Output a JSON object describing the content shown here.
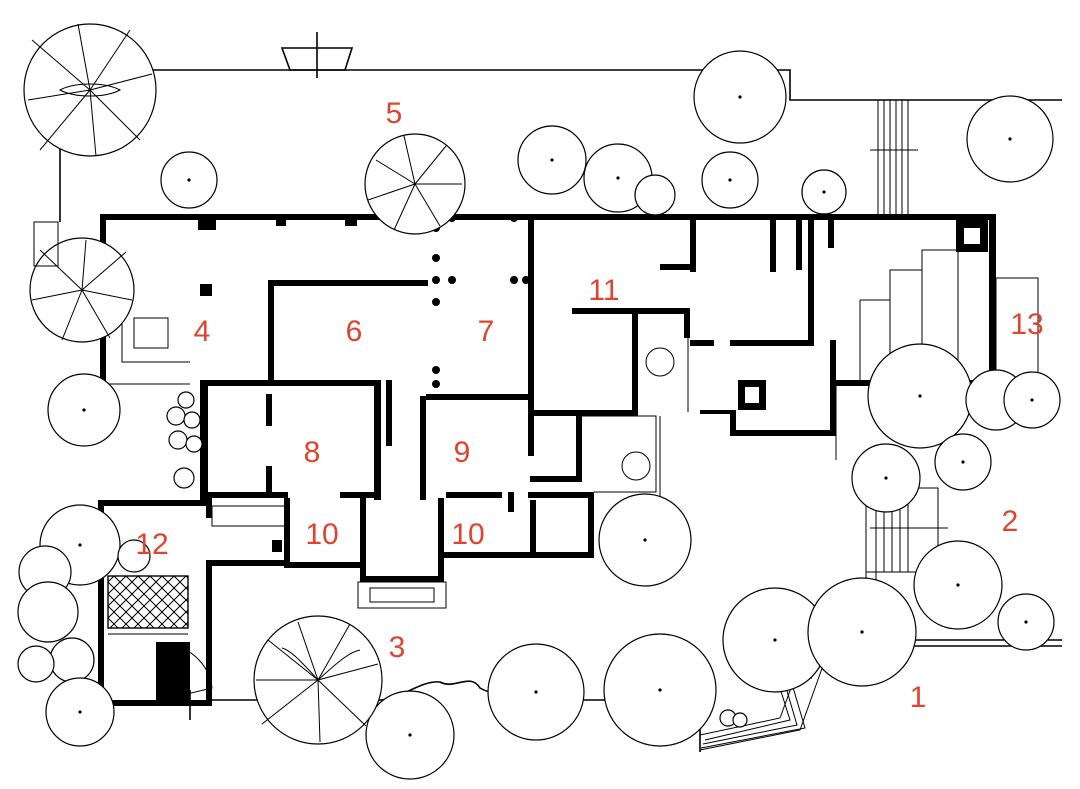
{
  "labels": {
    "l1": "1",
    "l2": "2",
    "l3": "3",
    "l4": "4",
    "l5": "5",
    "l6": "6",
    "l7": "7",
    "l8": "8",
    "l9": "9",
    "l10a": "10",
    "l10b": "10",
    "l11": "11",
    "l12": "12",
    "l13": "13"
  },
  "colors": {
    "label": "#e0432e",
    "ink": "#000000",
    "paper": "#ffffff"
  }
}
